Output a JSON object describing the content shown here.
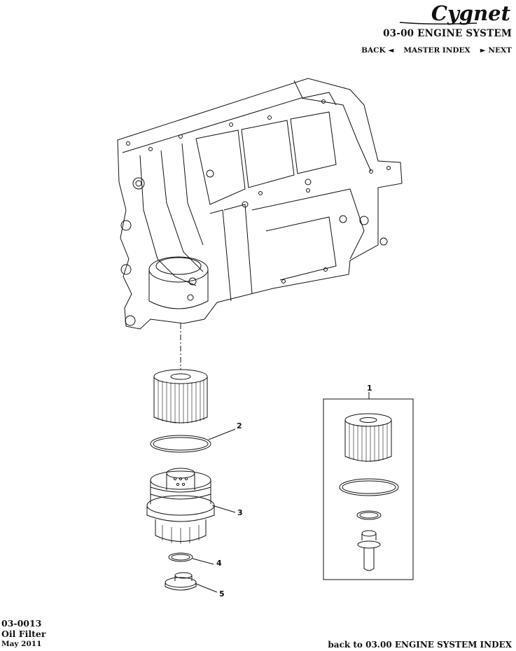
{
  "header": {
    "brand": "Cygnet",
    "section_title": "03-00 ENGINE SYSTEM",
    "nav": {
      "back": "BACK ◄",
      "master_index": "MASTER INDEX",
      "next": "► NEXT"
    }
  },
  "diagram": {
    "callouts": [
      "1",
      "2",
      "3",
      "4",
      "5"
    ]
  },
  "footer": {
    "code": "03-0013",
    "name": "Oil Filter",
    "date": "May 2011",
    "back_link": "back to 03.00 ENGINE SYSTEM INDEX"
  },
  "colors": {
    "ink": "#111111",
    "background": "#ffffff"
  }
}
